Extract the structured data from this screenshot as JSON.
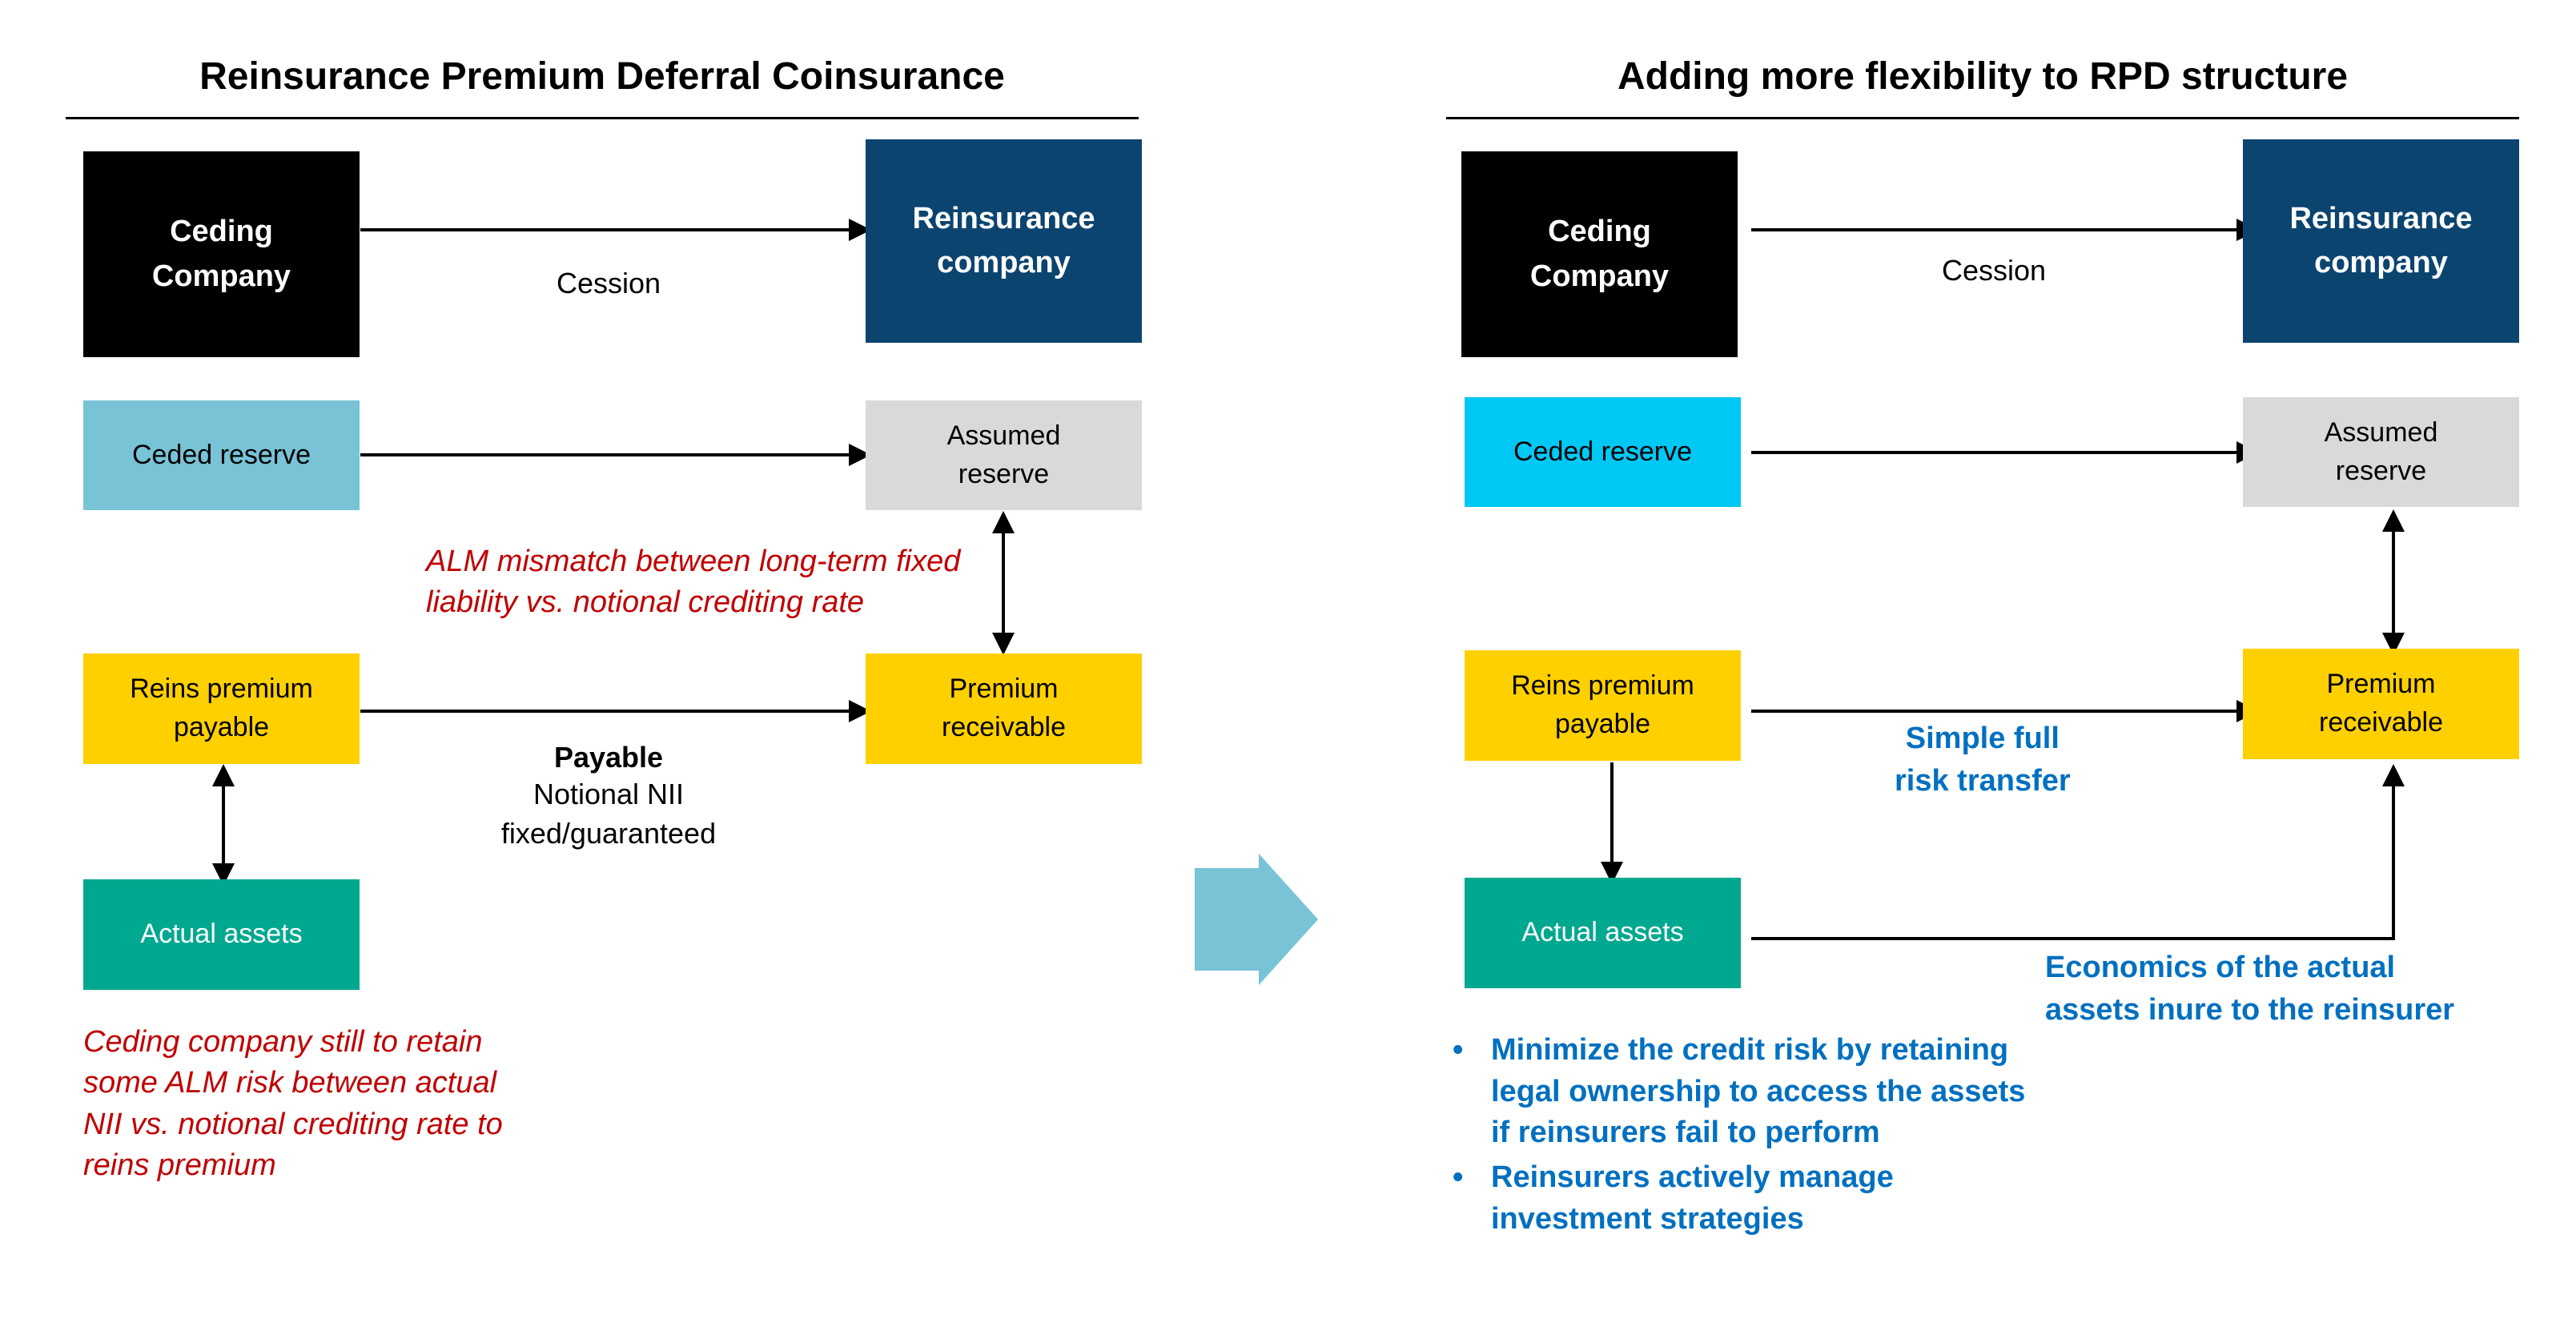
{
  "left": {
    "title": "Reinsurance Premium Deferral Coinsurance",
    "boxes": {
      "ceding": "Ceding\nCompany",
      "reinsurer": "Reinsurance\ncompany",
      "ceded_reserve": "Ceded reserve",
      "assumed_reserve": "Assumed\nreserve",
      "reins_payable": "Reins premium\npayable",
      "premium_receivable": "Premium\nreceivable",
      "actual_assets": "Actual assets"
    },
    "cession_label": "Cession",
    "alm_note": "ALM mismatch between long-term fixed\nliability vs. notional crediting rate",
    "payable_label": "Payable",
    "payable_sub": "Notional NII\nfixed/guaranteed",
    "bottom_note": "Ceding company still to retain\nsome ALM risk between actual\nNII vs. notional crediting rate to\nreins premium"
  },
  "right": {
    "title": "Adding more flexibility to RPD structure",
    "boxes": {
      "ceding": "Ceding\nCompany",
      "reinsurer": "Reinsurance\ncompany",
      "ceded_reserve": "Ceded reserve",
      "assumed_reserve": "Assumed\nreserve",
      "reins_payable": "Reins premium\npayable",
      "premium_receivable": "Premium\nreceivable",
      "actual_assets": "Actual assets"
    },
    "cession_label": "Cession",
    "transfer_note": "Simple full\nrisk transfer",
    "economics_note": "Economics of the actual\nassets inure to the reinsurer",
    "bullets": [
      "Minimize the credit risk by retaining\nlegal ownership to access the assets\nif reinsurers fail to perform",
      "Reinsurers actively manage\ninvestment strategies"
    ]
  },
  "colors": {
    "ceding": "#000000",
    "reinsurer": "#0c4470",
    "ceded_reserve_left": "#78c3d6",
    "ceded_reserve_right": "#00c8f5",
    "assumed_reserve": "#d9d9d9",
    "yellow": "#ffd000",
    "assets": "#00a890",
    "transition_arrow": "#78c3d6",
    "note_red": "#c00000",
    "note_blue": "#0070c0"
  }
}
